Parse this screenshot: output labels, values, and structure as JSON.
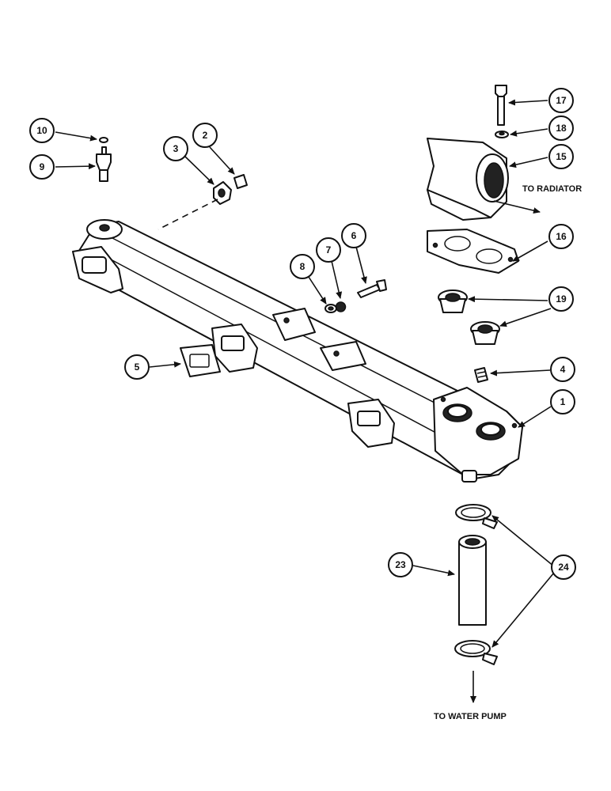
{
  "callouts": [
    {
      "id": "10",
      "label": "10"
    },
    {
      "id": "9",
      "label": "9"
    },
    {
      "id": "3",
      "label": "3"
    },
    {
      "id": "2",
      "label": "2"
    },
    {
      "id": "17",
      "label": "17"
    },
    {
      "id": "18",
      "label": "18"
    },
    {
      "id": "15",
      "label": "15"
    },
    {
      "id": "16",
      "label": "16"
    },
    {
      "id": "19",
      "label": "19"
    },
    {
      "id": "8",
      "label": "8"
    },
    {
      "id": "7",
      "label": "7"
    },
    {
      "id": "6",
      "label": "6"
    },
    {
      "id": "5",
      "label": "5"
    },
    {
      "id": "4",
      "label": "4"
    },
    {
      "id": "1",
      "label": "1"
    },
    {
      "id": "23",
      "label": "23"
    },
    {
      "id": "24",
      "label": "24"
    }
  ],
  "text_labels": {
    "to_radiator": "TO RADIATOR",
    "to_water_pump": "TO WATER PUMP"
  }
}
